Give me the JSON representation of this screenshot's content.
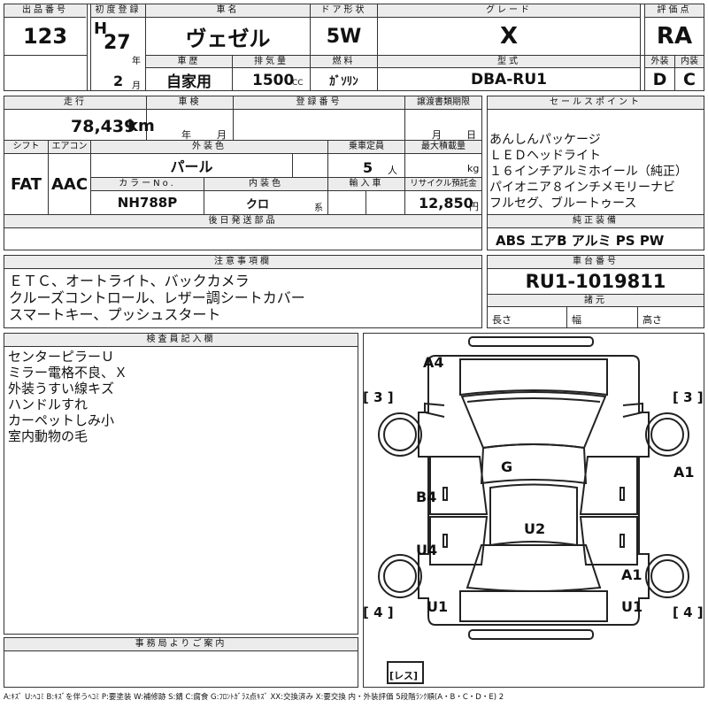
{
  "header": {
    "lot_number_label": "出品番号",
    "lot_number": "123",
    "first_reg_label": "初度登録",
    "era": "H",
    "reg_year": "27",
    "year_suffix": "年",
    "reg_month": "2",
    "month_suffix": "月",
    "car_name_label": "車名",
    "car_name": "ヴェゼル",
    "door_label": "ドア形状",
    "door": "5W",
    "grade_label": "グレード",
    "grade": "X",
    "score_label": "評価点",
    "score": "RA",
    "history_label": "車歴",
    "history": "自家用",
    "displacement_label": "排気量",
    "displacement": "1500",
    "cc": "CC",
    "fuel_label": "燃料",
    "fuel": "ｶﾞｿﾘﾝ",
    "model_label": "型式",
    "model": "DBA-RU1",
    "exterior_label": "外装",
    "exterior": "D",
    "interior_label": "内装",
    "interior": "C"
  },
  "row2": {
    "mileage_label": "走行",
    "mileage": "78,439",
    "km": "km",
    "inspection_label": "車検",
    "inspection_year": "年",
    "inspection_month": "月",
    "registration_label": "登録番号",
    "transfer_label": "譲渡書類期限",
    "transfer_month": "月",
    "transfer_day": "日",
    "shift_label": "シフト",
    "shift": "FAT",
    "ac_label": "エアコン",
    "ac": "AAC",
    "color_label": "外装色",
    "color": "パール",
    "capacity_label": "乗車定員",
    "capacity": "5",
    "capacity_unit": "人",
    "max_load_label": "最大積載量",
    "max_load_unit": "kg",
    "color_no_label": "カラーNo.",
    "color_no": "NH788P",
    "interior_color_label": "内装色",
    "interior_color": "クロ",
    "interior_color_suffix": "系",
    "import_label": "輸入車",
    "recycle_label": "リサイクル預託金",
    "recycle": "12,850",
    "recycle_unit": "円",
    "later_parts_label": "後日発送部品"
  },
  "sales": {
    "label": "セールスポイント",
    "lines": [
      "あんしんパッケージ",
      "ＬＥＤヘッドライト",
      "１６インチアルミホイール（純正）",
      "パイオニア８インチメモリーナビ",
      "フルセグ、ブルートゥース"
    ],
    "equip_label": "純正装備",
    "equip": "ABS エアB アルミ PS PW"
  },
  "notes": {
    "label": "注意事項欄",
    "lines": [
      "ＥＴＣ、オートライト、バックカメラ",
      "クルーズコントロール、レザー調シートカバー",
      "スマートキー、プッシュスタート"
    ]
  },
  "chassis": {
    "label": "車台番号",
    "value": "RU1-1019811",
    "spec_label": "諸元",
    "length": "長さ",
    "width": "幅",
    "height": "高さ"
  },
  "inspector": {
    "label": "検査員記入欄",
    "lines": [
      "センターピラーＵ",
      "ミラー電格不良、Ｘ",
      "外装うすい線キズ",
      "ハンドルすれ",
      "カーペットしみ小",
      "室内動物の毛"
    ]
  },
  "office": {
    "label": "事務局よりご案内"
  },
  "diagram": {
    "marks": [
      "A4",
      "[ 3 ]",
      "[ 3 ]",
      "G",
      "A1",
      "B4",
      "U4",
      "U2",
      "A1",
      "U1",
      "U1",
      "[ 4 ]",
      "[ 4 ]",
      "[レス]"
    ]
  },
  "footer": "A:ｷｽﾞ U:ﾍｺﾐ B:ｷｽﾞを伴うﾍｺﾐ P:要塗装 W:補修跡 S:錆 C:腐食 G:ﾌﾛﾝﾄｶﾞﾗｽ点ｷｽﾞ XX:交換済み X:要交換 内・外装評価 5段階ﾗﾝｸ順(A・B・C・D・E) 2"
}
